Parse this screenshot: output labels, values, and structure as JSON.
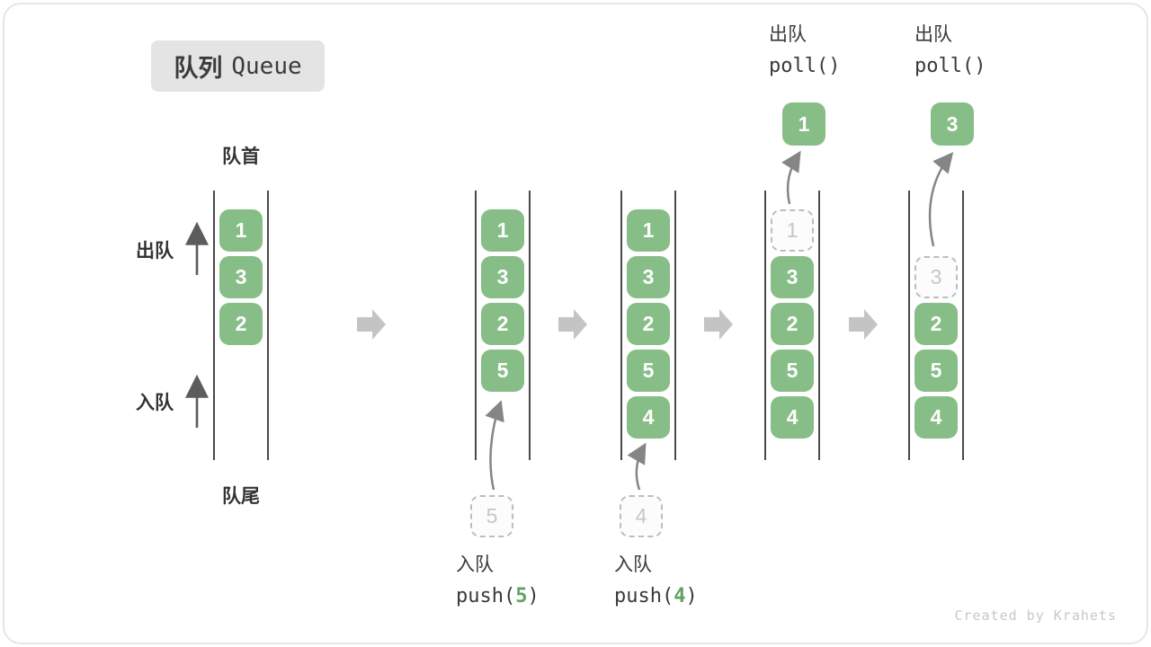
{
  "title": {
    "zh": "队列",
    "en": "Queue"
  },
  "labels": {
    "front": "队首",
    "rear": "队尾",
    "dequeue": "出队",
    "enqueue": "入队"
  },
  "ops": {
    "push5": {
      "action": "入队",
      "code_pre": "push(",
      "code_val": "5",
      "code_post": ")"
    },
    "push4": {
      "action": "入队",
      "code_pre": "push(",
      "code_val": "4",
      "code_post": ")"
    },
    "poll1": {
      "action": "出队",
      "code": "poll()"
    },
    "poll2": {
      "action": "出队",
      "code": "poll()"
    }
  },
  "states": [
    {
      "boxes": [
        "1",
        "3",
        "2"
      ]
    },
    {
      "boxes": [
        "1",
        "3",
        "2",
        "5"
      ],
      "incoming": "5"
    },
    {
      "boxes": [
        "1",
        "3",
        "2",
        "5",
        "4"
      ],
      "incoming": "4"
    },
    {
      "boxes": [
        "3",
        "2",
        "5",
        "4"
      ],
      "removed": "1",
      "popped": "1"
    },
    {
      "boxes": [
        "2",
        "5",
        "4"
      ],
      "removed": "3",
      "popped": "3"
    }
  ],
  "watermark": "Created by Krahets",
  "colors": {
    "box_green": "#87BE87",
    "code_green": "#63A063",
    "arrow_gray": "#C4C4C4",
    "line_gray": "#858585",
    "wall": "#4A4A4A",
    "ink": "#3B3B3B",
    "badge_bg": "#E4E4E4",
    "watermark": "#C8C8C8"
  }
}
